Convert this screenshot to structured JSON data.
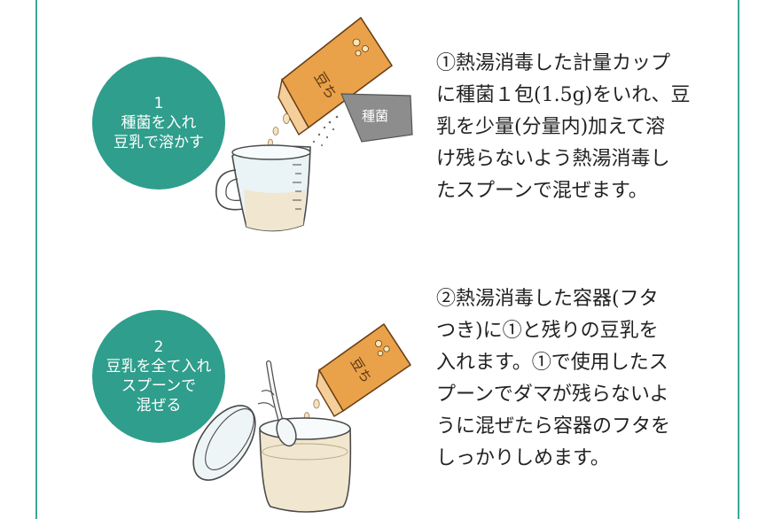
{
  "steps": [
    {
      "number": "1",
      "badge_lines": [
        "種菌を入れ",
        "豆乳で溶かす"
      ],
      "packet_label": "種菌",
      "packet_brand": "豆ち",
      "description_lines": [
        "①熱湯消毒した計量カップ",
        "に種菌１包(1.5g)をいれ、豆",
        "乳を少量(分量内)加えて溶",
        "け残らないよう熱湯消毒し",
        "たスプーンで混ぜます。"
      ]
    },
    {
      "number": "2",
      "badge_lines": [
        "豆乳を全て入れ",
        "スプーンで",
        "混ぜる"
      ],
      "packet_brand": "豆ち",
      "description_lines": [
        "②熱湯消毒した容器(フタ",
        "つき)に①と残りの豆乳を",
        "入れます。①で使用したス",
        "プーンでダマが残らないよ",
        "うに混ぜたら容器のフタを",
        "しっかりしめます。"
      ]
    }
  ],
  "colors": {
    "accent": "#2f9e8c",
    "frame": "#3aa897",
    "packet": "#e9a24a",
    "liquid": "#f1e6cf",
    "gray_packet": "#8d8d8d"
  }
}
